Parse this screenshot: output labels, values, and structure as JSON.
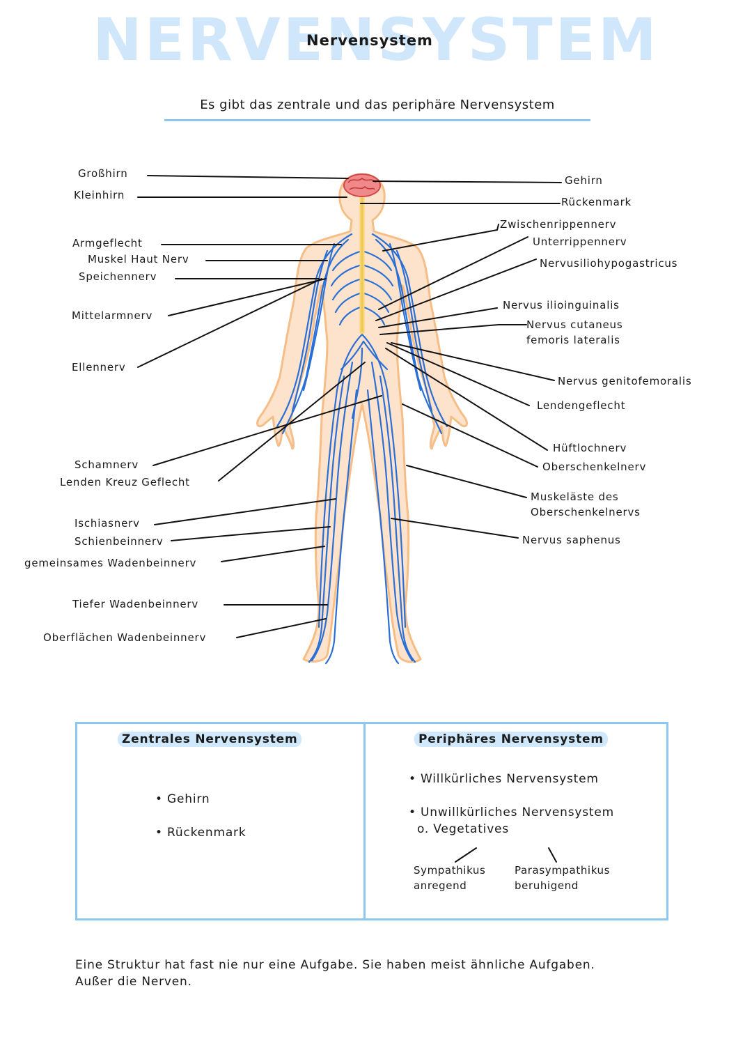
{
  "page": {
    "watermark": "NERVENSYSTEM",
    "title": "Nervensystem",
    "subtitle": "Es gibt das zentrale und das periphäre Nervensystem"
  },
  "labels": {
    "left": {
      "grosshirn": "Großhirn",
      "kleinhirn": "Kleinhirn",
      "armgeflecht": "Armgeflecht",
      "muskel_haut_nerv": "Muskel Haut Nerv",
      "speichennerv": "Speichennerv",
      "mittelarmnerv": "Mittelarmnerv",
      "ellennerv": "Ellennerv",
      "schamnerv": "Schamnerv",
      "lenden_kreuz_geflecht": "Lenden Kreuz Geflecht",
      "ischiasnerv": "Ischiasnerv",
      "schienbeinnerv": "Schienbeinnerv",
      "gemeinsames_wadenbeinnerv": "gemeinsames Wadenbeinnerv",
      "tiefer_wadenbeinnerv": "Tiefer Wadenbeinnerv",
      "oberflaechen_wadenbeinnerv": "Oberflächen Wadenbeinnerv"
    },
    "right": {
      "gehirn": "Gehirn",
      "rueckenmark": "Rückenmark",
      "zwischenrippennerv": "Zwischenrippennerv",
      "unterrippennerv": "Unterrippennerv",
      "nervusiliohypogastricus": "Nervusiliohypogastricus",
      "nervus_ilioinguinalis": "Nervus ilioinguinalis",
      "nervus_cutaneus_1": "Nervus cutaneus",
      "nervus_cutaneus_2": "femoris lateralis",
      "nervus_genitofemoralis": "Nervus genitofemoralis",
      "lendengeflecht": "Lendengeflecht",
      "hueftlochnerv": "Hüftlochnerv",
      "oberschenkelnerv": "Oberschenkelnerv",
      "muskelaeste_1": "Muskeläste des",
      "muskelaeste_2": "Oberschenkelnervs",
      "nervus_saphenus": "Nervus saphenus"
    }
  },
  "summary": {
    "central": {
      "heading": "Zentrales Nervensystem",
      "items": [
        "Gehirn",
        "Rückenmark"
      ]
    },
    "peripheral": {
      "heading": "Periphäres Nervensystem",
      "item1": "Willkürliches Nervensystem",
      "item2_line1": "Unwillkürliches Nervensystem",
      "item2_line2": "o. Vegetatives",
      "sympathikus": "Sympathikus",
      "sympathikus_desc": "anregend",
      "parasympathikus": "Parasympathikus",
      "parasympathikus_desc": "beruhigend"
    }
  },
  "footer": {
    "line1": "Eine Struktur hat fast nie nur eine Aufgabe. Sie haben meist ähnliche Aufgaben.",
    "line2": "Außer die Nerven."
  },
  "colors": {
    "accent_blue": "#8cc7f2",
    "nerve_blue": "#2a6fd6",
    "skin": "#fde3cc",
    "skin_outline": "#f6bd86",
    "spinal_cord": "#f7d56b",
    "brain": "#e06060"
  }
}
